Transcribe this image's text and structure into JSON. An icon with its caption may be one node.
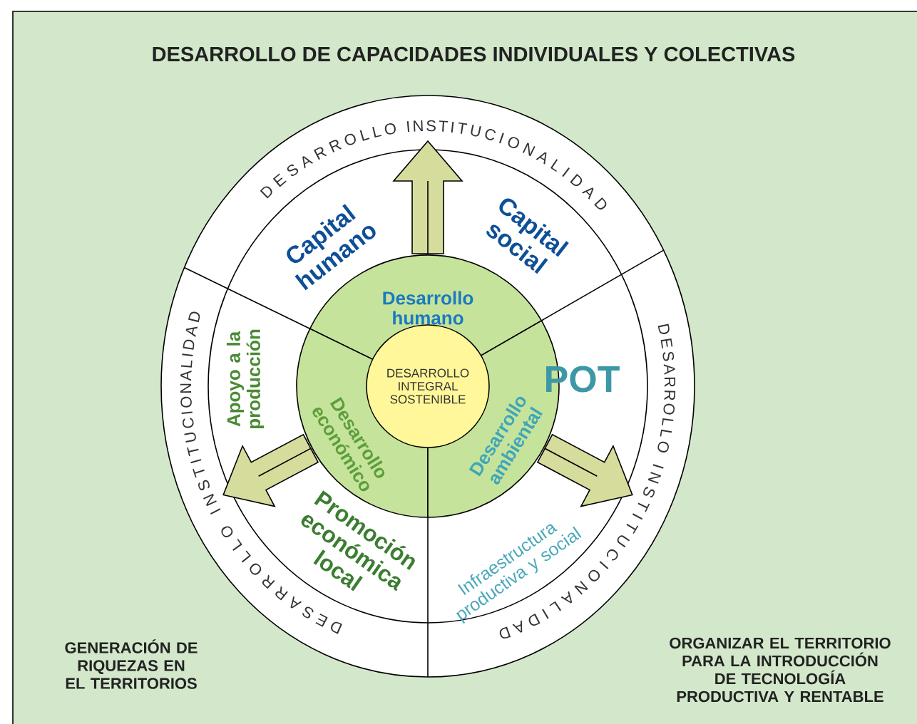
{
  "diagram": {
    "title": "DESARROLLO DE CAPACIDADES INDIVIDUALES Y COLECTIVAS",
    "nodes": [
      {
        "text": [
          "DESARROLLO INTEGRAL SOSTENIBLE"
        ]
      },
      {
        "text": [
          "Desarrollo humano"
        ]
      },
      {
        "text": [
          "Desarrollo económico"
        ]
      },
      {
        "text": [
          "Desarrollo ambiental"
        ]
      },
      {
        "text": [
          "Capital humano"
        ]
      },
      {
        "text": [
          "Capital social"
        ]
      },
      {
        "text": [
          "POT"
        ]
      },
      {
        "text": [
          "Infraestructura productiva y social"
        ]
      },
      {
        "text": [
          "Promoción económica local"
        ]
      },
      {
        "text": [
          "Apoyo a la producción"
        ]
      },
      {
        "text": [
          "DESARROLLO INSTITUCIONALIDAD"
        ]
      },
      {
        "text": [
          "DESARROLLO INSTITUCIONALIDAD"
        ]
      },
      {
        "text": [
          "DESARROLLO INSTITUCIONALIDAD"
        ]
      }
    ],
    "edges": [
      {
        "from": 1,
        "to": 10,
        "arrow": "to"
      },
      {
        "from": 2,
        "to": 12,
        "arrow": "to"
      },
      {
        "from": 3,
        "to": 11,
        "arrow": "to"
      }
    ],
    "labels": [
      "GENERACIÓN DE RIQUEZAS EN EL TERRITORIOS",
      "ORGANIZAR EL TERRITORIO PARA LA INTRODUCCIÓN DE TECNOLOGÍA PRODUCTIVA Y RENTABLE"
    ]
  }
}
